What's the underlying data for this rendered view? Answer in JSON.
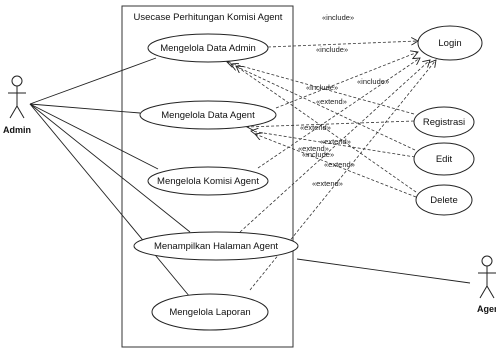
{
  "system": {
    "title": "Usecase Perhitungan Komisi Agent"
  },
  "actors": {
    "admin": {
      "label": "Admin"
    },
    "agent": {
      "label": "Agent"
    }
  },
  "usecases": {
    "kelola_admin": "Mengelola Data Admin",
    "kelola_agent": "Mengelola Data Agent",
    "kelola_komisi": "Mengelola Komisi Agent",
    "tampil_agent": "Menampilkan Halaman Agent",
    "kelola_laporan": "Mengelola Laporan",
    "login": "Login",
    "registrasi": "Registrasi",
    "edit": "Edit",
    "delete": "Delete"
  },
  "relations": {
    "include": "«include»",
    "extend": "«extend»"
  }
}
